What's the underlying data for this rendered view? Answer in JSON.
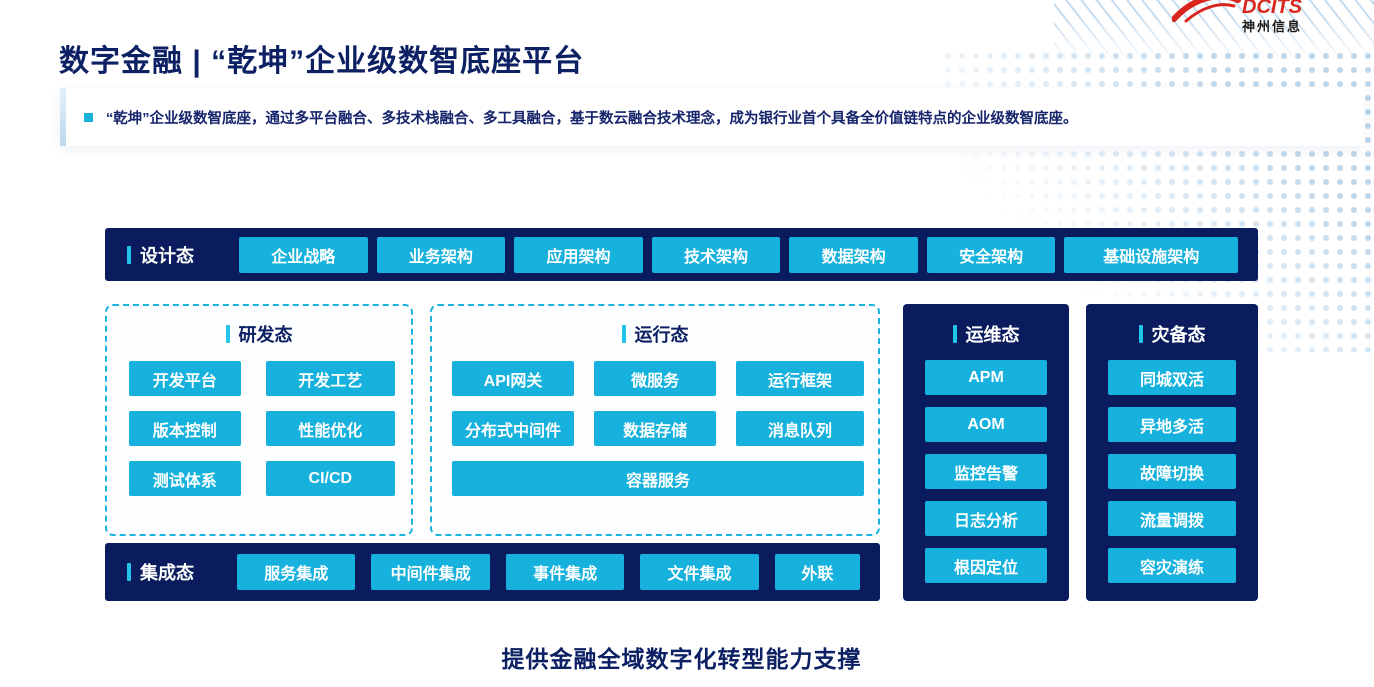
{
  "logo": {
    "brand": "DCITS",
    "company": "神州信息"
  },
  "header": {
    "title": "数字金融 | “乾坤”企业级数智底座平台",
    "bullet_text": "“乾坤”企业级数智底座，通过多平台融合、多技术栈融合、多工具融合，基于数云融合技术理念，成为银行业首个具备全价值链特点的企业级数智底座。"
  },
  "diagram": {
    "design": {
      "label": "设计态",
      "items": [
        "企业战略",
        "业务架构",
        "应用架构",
        "技术架构",
        "数据架构",
        "安全架构",
        "基础设施架构"
      ]
    },
    "dev": {
      "label": "研发态",
      "items": [
        "开发平台",
        "开发工艺",
        "版本控制",
        "性能优化",
        "测试体系",
        "CI/CD"
      ]
    },
    "runtime": {
      "label": "运行态",
      "items": [
        "API网关",
        "微服务",
        "运行框架",
        "分布式中间件",
        "数据存储",
        "消息队列",
        "容器服务"
      ]
    },
    "ops": {
      "label": "运维态",
      "items": [
        "APM",
        "AOM",
        "监控告警",
        "日志分析",
        "根因定位"
      ]
    },
    "disaster": {
      "label": "灾备态",
      "items": [
        "同城双活",
        "异地多活",
        "故障切换",
        "流量调拨",
        "容灾演练"
      ]
    },
    "integration": {
      "label": "集成态",
      "items": [
        "服务集成",
        "中间件集成",
        "事件集成",
        "文件集成",
        "外联"
      ]
    }
  },
  "footer": {
    "caption": "提供金融全域数字化转型能力支撑"
  },
  "colors": {
    "navy": "#0a1c5e",
    "cyan": "#16b1dc",
    "title_navy": "#0c2063",
    "tick_cyan": "#22c4ea",
    "logo_red": "#d9261c"
  }
}
